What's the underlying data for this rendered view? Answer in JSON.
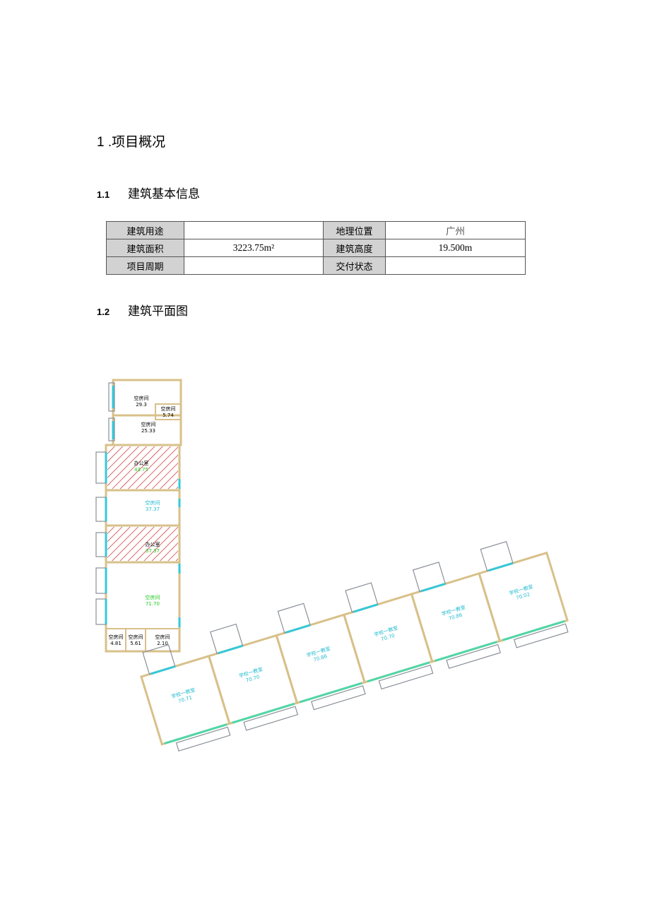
{
  "section_title": "1 .项目概况",
  "sections": [
    {
      "num": "1.1",
      "title": "建筑基本信息"
    },
    {
      "num": "1.2",
      "title": "建筑平面图"
    }
  ],
  "info_table": [
    {
      "k1": "建筑用途",
      "v1": "",
      "k2": "地理位置",
      "v2": "广州"
    },
    {
      "k1": "建筑面积",
      "v1": "3223.75m²",
      "k2": "建筑高度",
      "v2": "19.500m"
    },
    {
      "k1": "项目周期",
      "v1": "",
      "k2": "交付状态",
      "v2": ""
    }
  ],
  "floor_plan": {
    "colors": {
      "wall": "#d8c08a",
      "window": "#35c8d8",
      "hatch": "#c8282a",
      "green_label": "#22cc22",
      "cyan_label": "#22bbd0"
    },
    "rooms": [
      {
        "name": "空房间",
        "area": "29.3"
      },
      {
        "name": "空房间",
        "area": "5.74"
      },
      {
        "name": "空房间",
        "area": "25.33"
      },
      {
        "name": "办公室",
        "area": "43.75"
      },
      {
        "name": "空房间",
        "area": "37.37"
      },
      {
        "name": "办公室",
        "area": "37.37"
      },
      {
        "name": "空房间",
        "area": "71.70"
      },
      {
        "name": "空房间",
        "area": "4.81"
      },
      {
        "name": "空房间",
        "area": "5.61"
      },
      {
        "name": "空房间",
        "area": "2.10"
      }
    ],
    "wing_rooms": [
      {
        "name": "学校一教室",
        "area": "70.71"
      },
      {
        "name": "学校一教室",
        "area": "70.70"
      },
      {
        "name": "学校一教室",
        "area": "70.86"
      },
      {
        "name": "学校一教室",
        "area": "70.70"
      },
      {
        "name": "学校一教室",
        "area": "70.86"
      },
      {
        "name": "学校一教室",
        "area": "70.02"
      }
    ]
  }
}
